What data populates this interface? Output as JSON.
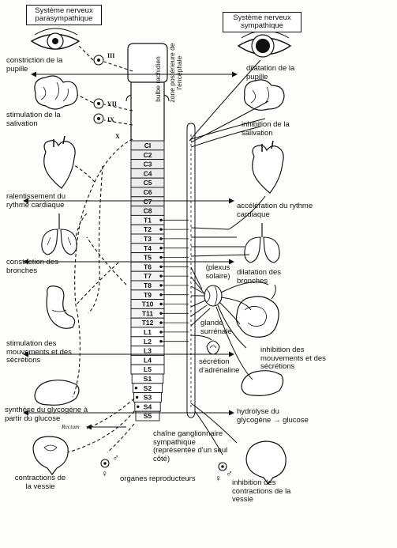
{
  "headers": {
    "parasympathetic": "Système nerveux parasympathique",
    "sympathetic": "Système nerveux sympathique"
  },
  "brain": {
    "bulbe": "bulbe rachidien",
    "zone": "zone postérieure de l'encéphale"
  },
  "cranial_nerves": [
    "III",
    "VII",
    "IX",
    "X"
  ],
  "segments": [
    "CI",
    "C2",
    "C3",
    "C4",
    "C5",
    "C6",
    "C7",
    "C8",
    "T1",
    "T2",
    "T3",
    "T4",
    "T5",
    "T6",
    "T7",
    "T8",
    "T9",
    "T10",
    "T11",
    "T12",
    "L1",
    "L2",
    "L3",
    "L4",
    "L5",
    "S1",
    "S2",
    "S3",
    "S4",
    "S5"
  ],
  "left_labels": {
    "pupil": "constriction de la pupille",
    "saliva": "stimulation de la salivation",
    "heart": "ralentissement du rythme cardiaque",
    "bronchi": "constriction des bronches",
    "gut": "stimulation des mouvements et des sécrétions",
    "glycogen": "synthèse du glycogène à partir du glucose",
    "rectum": "Rectum",
    "bladder": "contractions de la vessie"
  },
  "right_labels": {
    "pupil": "dilatation de la pupille",
    "saliva": "inhibition de la salivation",
    "heart": "accélération du rythme cardiaque",
    "bronchi": "dilatation des bronches",
    "gut": "inhibition des mouvements et des sécrétions",
    "glycogen": "hydrolyse du glycogène → glucose",
    "bladder": "inhibition des contractions de la vessie"
  },
  "center_labels": {
    "plexus": "(plexus solaire)",
    "gland": "glande surrénale",
    "adrenaline": "sécrétion d'adrénaline",
    "chain": "chaîne ganglionnaire sympathique (représentée d'un seul côté)",
    "repro": "organes reproducteurs",
    "female": "♀",
    "male": "♂"
  }
}
